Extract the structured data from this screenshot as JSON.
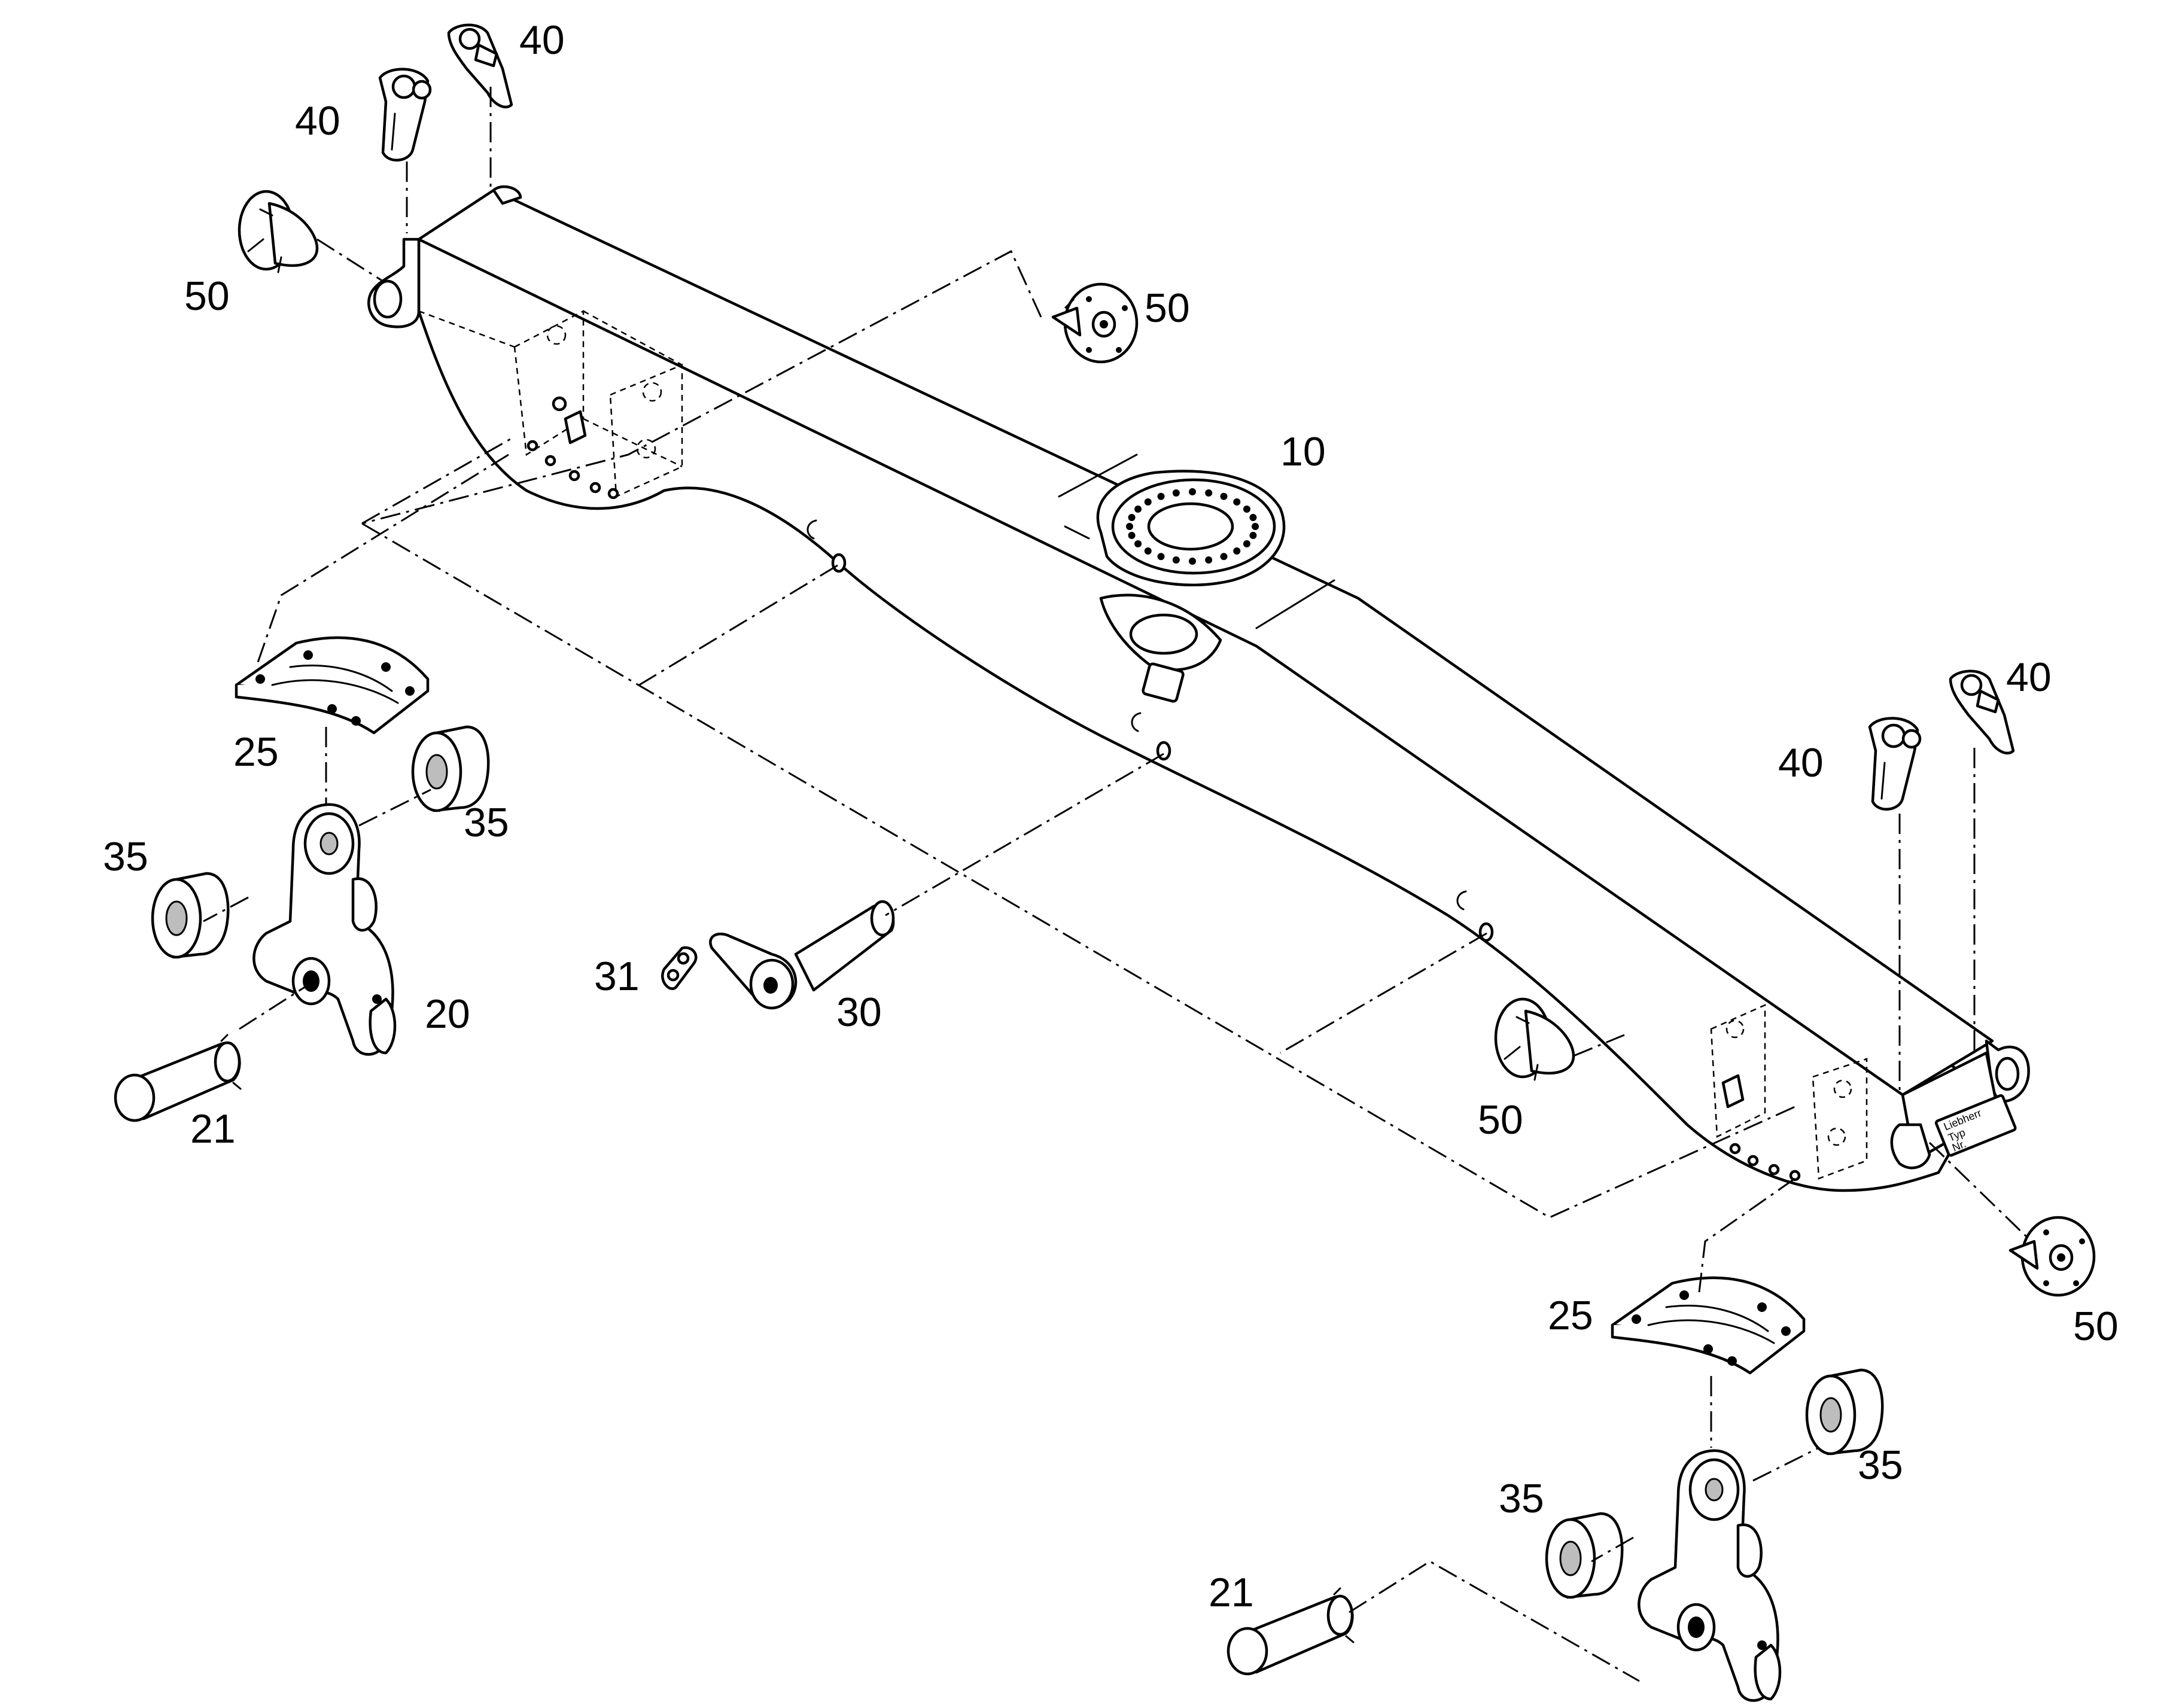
{
  "callouts": {
    "frame": "10",
    "swivel_bracket": "20",
    "bracket_pin": "21",
    "cover_plate": "25",
    "center_pin": "30",
    "lock_plate": "31",
    "roller": "35",
    "hook": "40",
    "cone": "50"
  },
  "nameplate": {
    "line1": "Liebherr",
    "line2": "Typ",
    "line3": "Nr."
  }
}
